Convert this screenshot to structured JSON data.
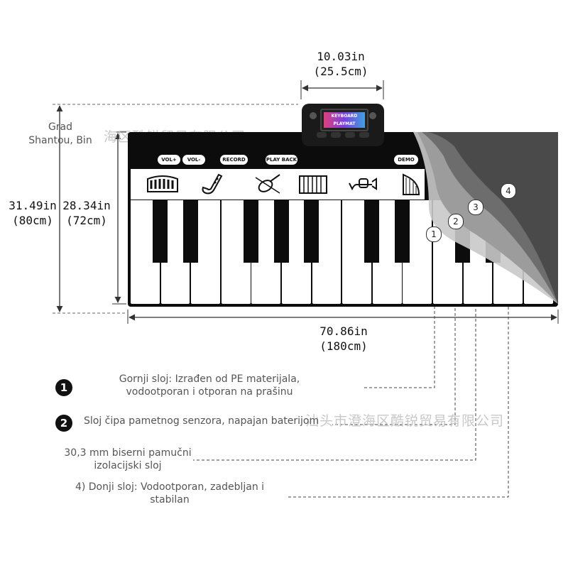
{
  "dimensions": {
    "console_width": {
      "in": "10.03in",
      "cm": "(25.5cm)"
    },
    "total_height": {
      "in": "31.49in",
      "cm": "(80cm)"
    },
    "mat_height": {
      "in": "28.34in",
      "cm": "(72cm)"
    },
    "mat_width": {
      "in": "70.86in",
      "cm": "(180cm)"
    }
  },
  "location_label": {
    "line1": "Grad",
    "line2": "Shantou, Bin"
  },
  "watermark": "汕头市澄海区酷锐贸易有限公司",
  "watermark_top": "海区酷锐贸易有限公司",
  "console": {
    "screen_line1": "KEYBOARD",
    "screen_line2": "PLAYMAT"
  },
  "control_buttons": [
    "VOL+",
    "VOL-",
    "RECORD",
    "PLAY BACK",
    "DEMO"
  ],
  "instrument_icons": [
    "piano-icon",
    "saxophone-icon",
    "violin-icon",
    "accordion-icon",
    "trumpet-icon",
    "harp-icon"
  ],
  "layer_markers": [
    "1",
    "2",
    "3",
    "4"
  ],
  "layers": [
    {
      "bullet": "1",
      "text_line1": "Gornji sloj: Izrađen od PE materijala,",
      "text_line2": "vodootporan i otporan na prašinu"
    },
    {
      "bullet": "2",
      "text_line1": "Sloj čipa pametnog senzora, napajan baterijom",
      "text_line2": ""
    },
    {
      "bullet": "",
      "text_line1": "30,3 mm biserni pamučni",
      "text_line2": "izolacijski sloj"
    },
    {
      "bullet": "",
      "text_line1": "4) Donji sloj: Vodootporan, zadebljan i",
      "text_line2": "stabilan"
    }
  ],
  "colors": {
    "mat": "#0c0c0c",
    "dim_line": "#333333",
    "leader_line": "#444444",
    "watermark": "#c8c8c8"
  }
}
